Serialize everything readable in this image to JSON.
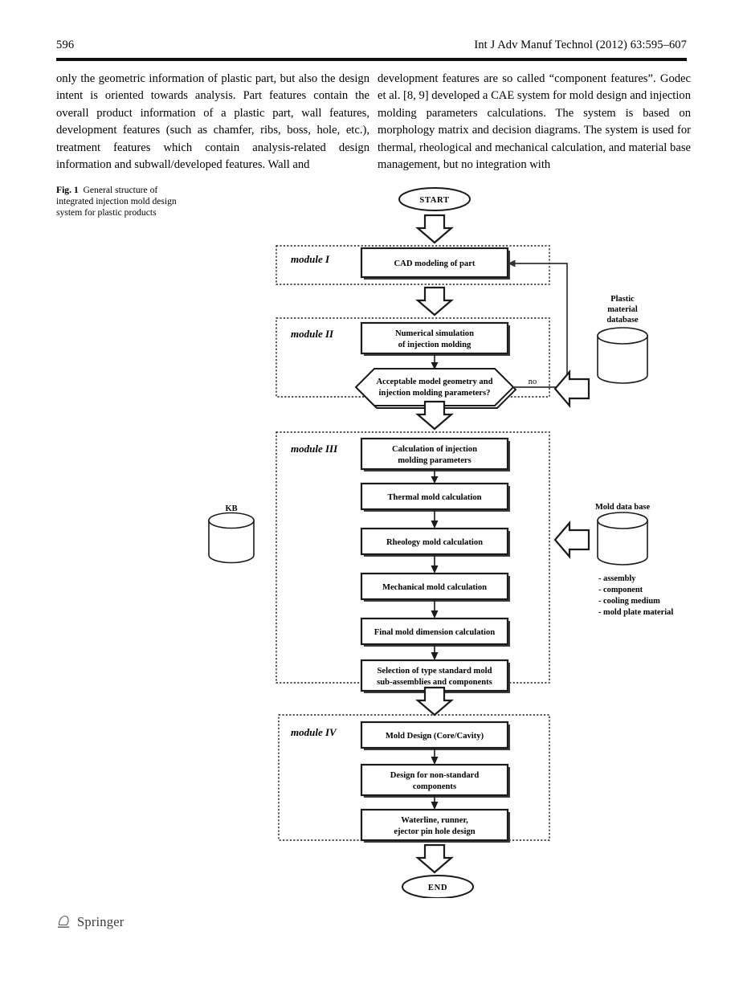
{
  "header": {
    "page_number": "596",
    "journal_line": "Int J Adv Manuf Technol (2012) 63:595–607"
  },
  "body": {
    "left_column": "only the geometric information of plastic part, but also the design intent is oriented towards analysis. Part features contain the overall product information of a plastic part, wall features, development features (such as chamfer, ribs, boss, hole, etc.), treatment features which contain analysis-related design information and subwall/developed features. Wall and",
    "right_column": "development features are so called “component features”. Godec et al. [8, 9] developed a CAE system for mold design and injection molding parameters calculations. The system is based on morphology matrix and decision diagrams. The system is used for thermal, rheological and mechanical calculation, and material base management, but no integration with"
  },
  "figure": {
    "caption_label": "Fig. 1",
    "caption_text": "General structure of integrated injection mold design system for plastic products",
    "start_label": "START",
    "end_label": "END",
    "no_label": "no",
    "modules": [
      {
        "name": "module I",
        "boxes": [
          {
            "lines": [
              "CAD modeling of part"
            ]
          }
        ]
      },
      {
        "name": "module II",
        "boxes": [
          {
            "lines": [
              "Numerical simulation",
              "of injection molding"
            ]
          }
        ],
        "decision": {
          "lines": [
            "Acceptable model geometry and",
            "injection molding parameters?"
          ]
        }
      },
      {
        "name": "module III",
        "boxes": [
          {
            "lines": [
              "Calculation of injection",
              "molding parameters"
            ]
          },
          {
            "lines": [
              "Thermal mold calculation"
            ]
          },
          {
            "lines": [
              "Rheology mold calculation"
            ]
          },
          {
            "lines": [
              "Mechanical mold calculation"
            ]
          },
          {
            "lines": [
              "Final mold dimension calculation"
            ]
          },
          {
            "lines": [
              "Selection of type standard mold",
              "sub-assemblies and components"
            ]
          }
        ]
      },
      {
        "name": "module IV",
        "boxes": [
          {
            "lines": [
              "Mold Design (Core/Cavity)"
            ]
          },
          {
            "lines": [
              "Design for non-standard",
              "components"
            ]
          },
          {
            "lines": [
              "Waterline, runner,",
              "ejector pin hole design"
            ]
          }
        ]
      }
    ],
    "databases": [
      {
        "id": "plastic-material-database",
        "title_lines": [
          "Plastic",
          "material",
          "database"
        ],
        "items": []
      },
      {
        "id": "kb-database",
        "title_lines": [
          "KB"
        ],
        "items": []
      },
      {
        "id": "mold-data-base",
        "title_lines": [
          "Mold data base"
        ],
        "items": [
          "- assembly",
          "- component",
          "- cooling medium",
          "- mold plate material"
        ]
      }
    ]
  },
  "footer": {
    "publisher": "Springer"
  },
  "colors": {
    "ink": "#111111",
    "rule": "#111111",
    "springer_gray": "#3a3a3a"
  }
}
